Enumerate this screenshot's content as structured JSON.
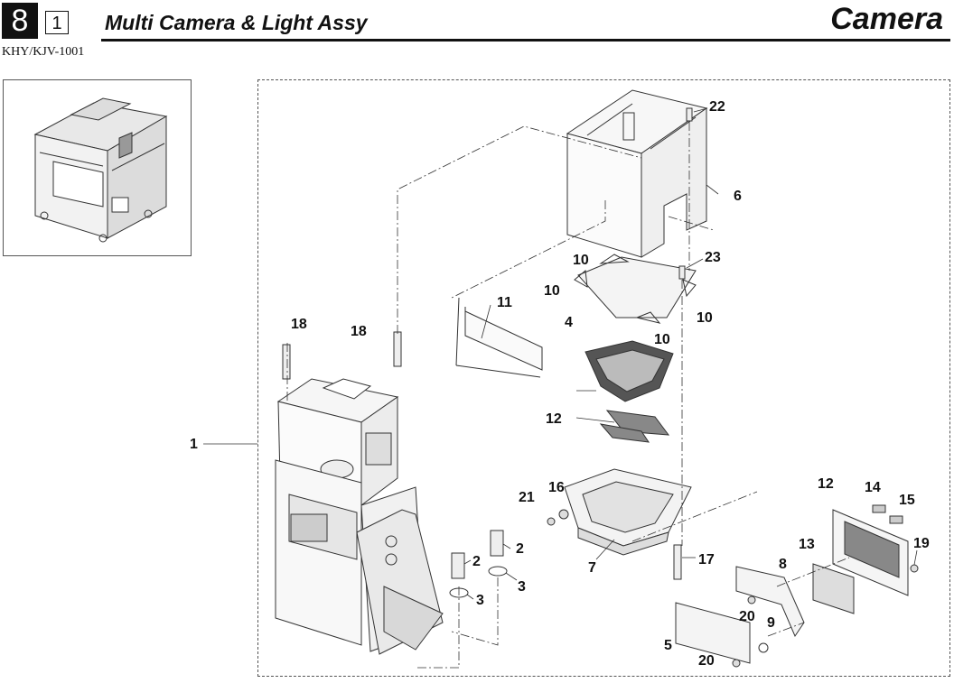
{
  "header": {
    "section_number": "8",
    "sub_number": "1",
    "title": "Multi Camera & Light Assy",
    "category": "Camera",
    "model": "KHY/KJV-1001"
  },
  "callouts": {
    "c1": "1",
    "c2a": "2",
    "c2b": "2",
    "c3a": "3",
    "c3b": "3",
    "c4": "4",
    "c5": "5",
    "c6": "6",
    "c7": "7",
    "c8": "8",
    "c9": "9",
    "c10a": "10",
    "c10b": "10",
    "c10c": "10",
    "c10d": "10",
    "c11": "11",
    "c12a": "12",
    "c12b": "12",
    "c13": "13",
    "c14": "14",
    "c15": "15",
    "c16": "16",
    "c17": "17",
    "c18a": "18",
    "c18b": "18",
    "c19": "19",
    "c20a": "20",
    "c20b": "20",
    "c21": "21",
    "c22": "22",
    "c23": "23"
  }
}
